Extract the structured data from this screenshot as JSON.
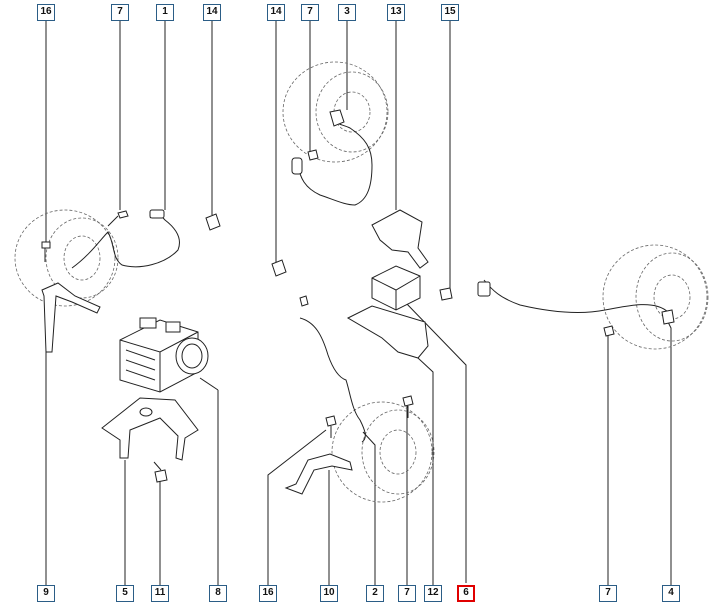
{
  "callouts_top": [
    {
      "num": "16",
      "name": "part-16-top"
    },
    {
      "num": "7",
      "name": "part-7-top-a"
    },
    {
      "num": "1",
      "name": "part-1-top"
    },
    {
      "num": "14",
      "name": "part-14-top-a"
    },
    {
      "num": "14",
      "name": "part-14-top-b"
    },
    {
      "num": "7",
      "name": "part-7-top-b"
    },
    {
      "num": "3",
      "name": "part-3-top"
    },
    {
      "num": "13",
      "name": "part-13-top"
    },
    {
      "num": "15",
      "name": "part-15-top"
    }
  ],
  "callouts_bottom": [
    {
      "num": "9",
      "name": "part-9-bottom"
    },
    {
      "num": "5",
      "name": "part-5-bottom"
    },
    {
      "num": "11",
      "name": "part-11-bottom"
    },
    {
      "num": "8",
      "name": "part-8-bottom"
    },
    {
      "num": "16",
      "name": "part-16-bottom"
    },
    {
      "num": "10",
      "name": "part-10-bottom"
    },
    {
      "num": "2",
      "name": "part-2-bottom"
    },
    {
      "num": "7",
      "name": "part-7-bottom-a"
    },
    {
      "num": "12",
      "name": "part-12-bottom"
    },
    {
      "num": "6",
      "name": "part-6-bottom",
      "highlight": true
    },
    {
      "num": "7",
      "name": "part-7-bottom-b"
    },
    {
      "num": "4",
      "name": "part-4-bottom"
    }
  ],
  "colors": {
    "line": "#222222",
    "dash": "#666666",
    "callout_border": "#2b5d86",
    "highlight": "#e00000"
  }
}
